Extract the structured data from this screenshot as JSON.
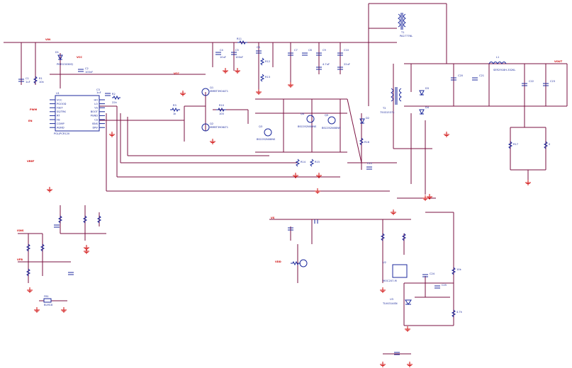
{
  "colors": {
    "wire": "#7a1040",
    "component": "#1c2a9c",
    "net": "#d01010"
  },
  "nets": {
    "vin": "VIN",
    "vcc": "VCC",
    "vcc2": "VCC",
    "vout": "VOUT",
    "vdd": "VDD",
    "pwm": "PWM",
    "en": "EN",
    "vref": "VREF",
    "vs": "VS",
    "isns": "ISNS",
    "vfb": "VFB"
  },
  "controller": {
    "ref": "U1",
    "part": "PGL/PCR120",
    "pins_left": [
      "VCC",
      "PGOOD",
      "FSET",
      "SS/TRK",
      "RT",
      "FB",
      "COMP",
      "AGND"
    ],
    "pins_right": [
      "HO",
      "LO",
      "VS",
      "BOOT",
      "PGND",
      "CS",
      "ISNS",
      "DRV"
    ]
  },
  "components": {
    "d1": "D1",
    "d1_part": "PMEG3030EJ",
    "c1": "C1",
    "c1_val": "1uF",
    "r1": "R1",
    "r1_val": "10k",
    "c2": "C2",
    "c2_val": "100nF",
    "c3": "C3",
    "c3_val": "1uF",
    "r2": "R2",
    "r2_val": "22k",
    "r3": "R3",
    "r3_val": "1k",
    "c4": "C4",
    "c5": "C5",
    "c6": "C6",
    "c7": "C7",
    "c8": "C8",
    "c9": "C9",
    "c10": "C10",
    "c11": "C11",
    "q1": "Q1",
    "q1_part": "MMBT3904LT1",
    "q2": "Q2",
    "q2_part": "MMBT3906LT1",
    "q3": "Q3",
    "q3_part": "BSC052N08NS",
    "q4": "Q4",
    "q4_part": "BSC052N08NS",
    "q5": "Q5",
    "q5_part": "BSC052N08NS",
    "t1": "T1",
    "t1_part": "PA2777NL",
    "t2": "T2",
    "t2_part": "750315371",
    "l1": "L1",
    "l1_part": "SER2918H-332KL",
    "d2": "D2",
    "d3": "D3",
    "d4": "D4",
    "u2": "U2",
    "u2_part": "MOC207-M",
    "u3": "U3",
    "u3_part": "TLV431ASN",
    "r10": "R10",
    "r11": "R11",
    "r12": "R12",
    "r13": "R13",
    "r14": "R14",
    "r15": "R15",
    "r16": "R16",
    "r17": "R17",
    "c20": "C20",
    "c21": "C21",
    "c22": "C22",
    "c23": "C23",
    "c24": "C24",
    "c25": "C25",
    "fb1": "FB1",
    "fb1_part": "BLM18",
    "r_val_a": "4.7k",
    "r_val_b": "10k",
    "r_val_c": "100",
    "r_val_d": "0",
    "c_val_a": "10uF",
    "c_val_b": "100nF",
    "c_val_c": "4.7uF",
    "c_val_d": "22uF"
  }
}
